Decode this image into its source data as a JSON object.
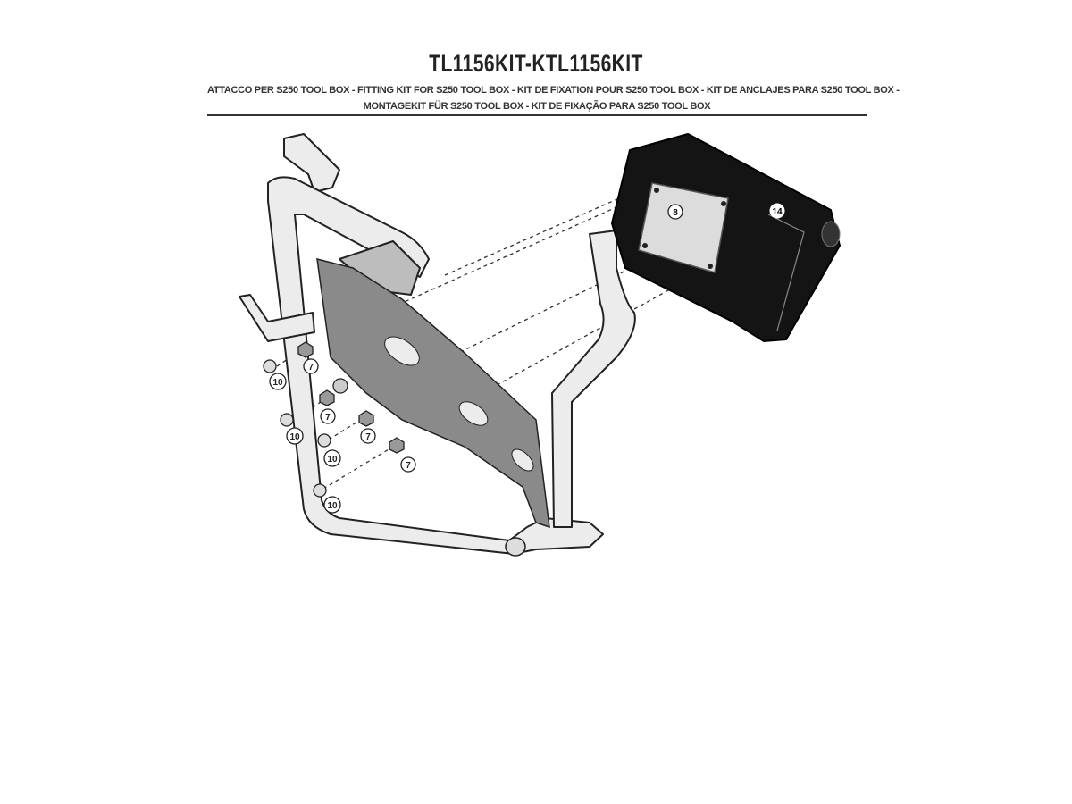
{
  "header": {
    "title": "TL1156KIT-KTL1156KIT",
    "subtitle_line1": "ATTACCO  PER S250 TOOL BOX - FITTING KIT FOR S250 TOOL BOX - KIT DE FIXATION POUR S250 TOOL BOX - KIT DE ANCLAJES PARA S250 TOOL BOX -",
    "subtitle_line2": "MONTAGEKIT FÜR S250 TOOL BOX - KIT DE FIXAÇÃO PARA S250 TOOL BOX"
  },
  "callouts": {
    "plate": "8",
    "toolbox": "14",
    "nut_a": "7",
    "nut_b": "7",
    "nut_c": "7",
    "nut_d": "7",
    "cap_a": "10",
    "cap_b": "10",
    "cap_c": "10",
    "cap_d": "10"
  }
}
